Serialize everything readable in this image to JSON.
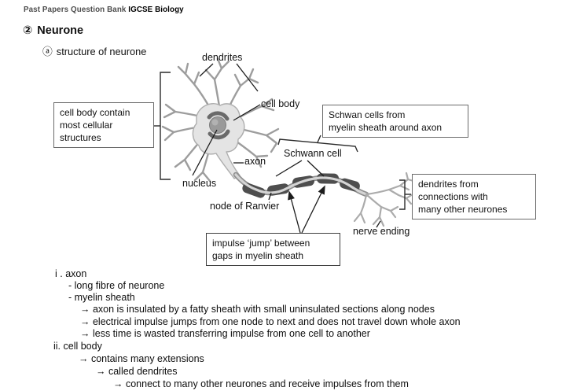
{
  "header": {
    "series": "Past Papers Question Bank",
    "subject": "IGCSE Biology"
  },
  "section": {
    "marker": "②",
    "title": "Neurone"
  },
  "subsection": {
    "marker": "ⓐ",
    "title": "structure of neurone"
  },
  "diagram": {
    "labels": {
      "dendrites": "dendrites",
      "cell_body": "cell body",
      "schwann_cell": "Schwann cell",
      "axon": "axon",
      "nucleus": "nucleus",
      "node_of_ranvier": "node of Ranvier",
      "nerve_ending": "nerve ending"
    },
    "callouts": {
      "cell_body": {
        "lines": [
          "cell body contain",
          "most cellular",
          "structures"
        ]
      },
      "schwann": {
        "lines": [
          "Schwan cells from",
          "myelin sheath around axon"
        ]
      },
      "dendrite_connections": {
        "lines": [
          "dendrites from",
          "connections with",
          "many other neurones"
        ]
      },
      "impulse": {
        "lines": [
          "impulse ‘jump’ between",
          "gaps in myelin sheath"
        ]
      }
    },
    "colors": {
      "myelin": "#4e4e4e",
      "cell_body_fill": "#e4e4e4",
      "axon_light": "#d4d4d4"
    }
  },
  "notes": [
    {
      "text": "i . axon"
    },
    {
      "text": "- long fibre of neurone"
    },
    {
      "text": "- myelin sheath"
    },
    {
      "text": "→ axon is insulated by a fatty sheath with small uninsulated sections along nodes"
    },
    {
      "text": "→ electrical impulse jumps from one node to next and does not travel down whole axon"
    },
    {
      "text": "→ less time is wasted transferring impulse from one cell to another"
    },
    {
      "text": "ii. cell body"
    },
    {
      "text": "→ contains many extensions"
    },
    {
      "text": "→ called dendrites"
    },
    {
      "text": "→ connect to many other neurones and receive impulses from them"
    }
  ]
}
